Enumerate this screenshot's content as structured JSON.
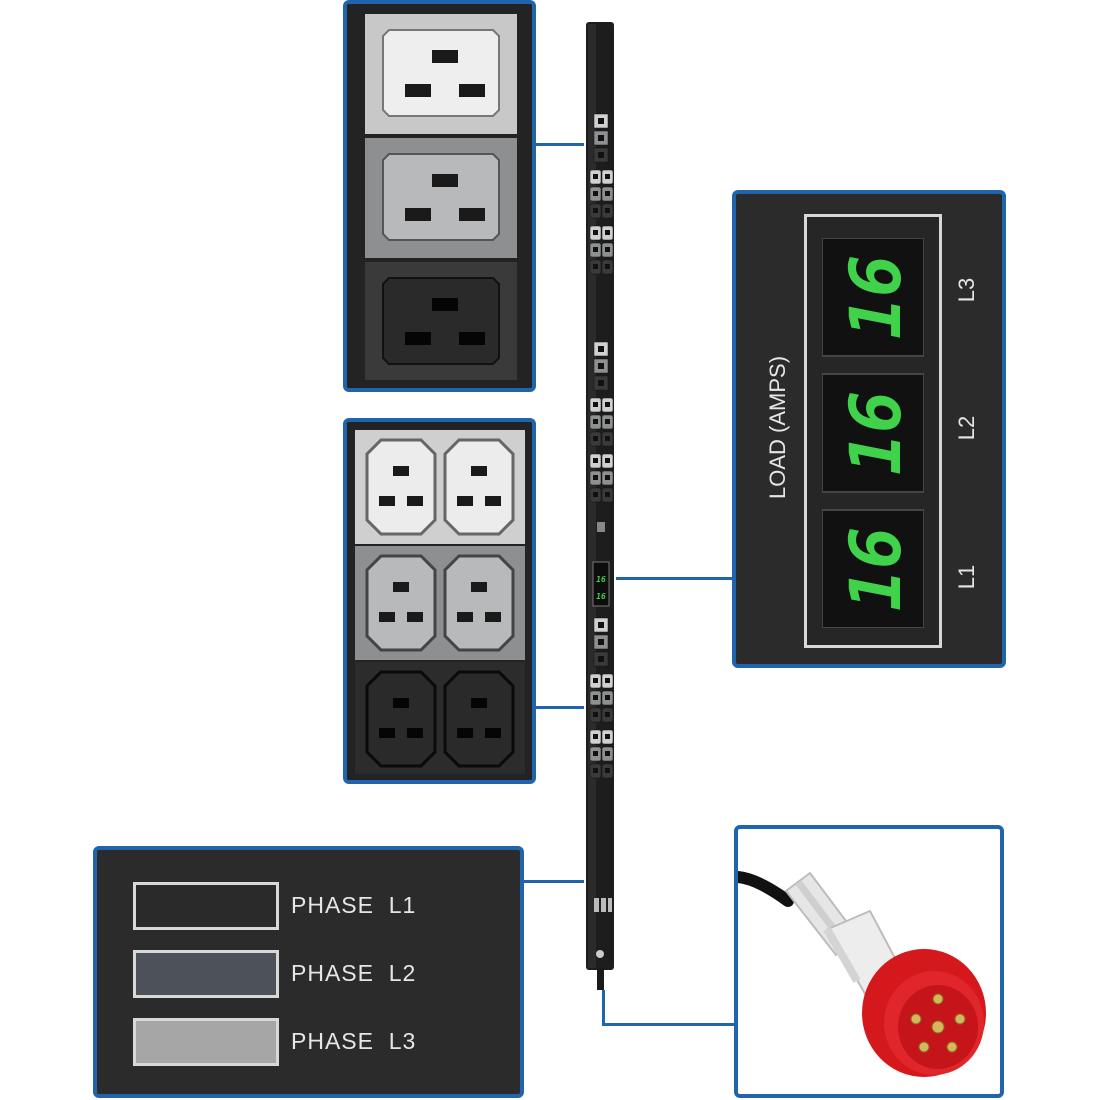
{
  "colors": {
    "frame_blue": "#1f64ad",
    "led_green": "#3fd24a",
    "phase_l1": "#2a2a2a",
    "phase_l2": "#4d5258",
    "phase_l3": "#a6a6a6"
  },
  "phase_legend": {
    "items": [
      {
        "label": "PHASE  L1",
        "color": "#2a2a2a"
      },
      {
        "label": "PHASE  L2",
        "color": "#4d5258"
      },
      {
        "label": "PHASE  L3",
        "color": "#a6a6a6"
      }
    ]
  },
  "load_display": {
    "title": "LOAD (AMPS)",
    "readings": [
      {
        "phase": "L3",
        "value": "16"
      },
      {
        "phase": "L2",
        "value": "16"
      },
      {
        "phase": "L1",
        "value": "16"
      }
    ]
  },
  "pdu_display_value": "16"
}
